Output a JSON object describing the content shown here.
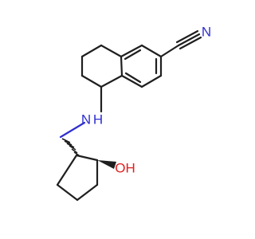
{
  "molecule": {
    "atom_labels": {
      "nitrile_n": "N",
      "amine": "H",
      "amine_n": "N",
      "hydroxyl": "OH"
    },
    "colors": {
      "bond": "#1f1f1f",
      "nitrogen": "#2f2fd0",
      "oxygen": "#e02020",
      "background": "#ffffff"
    }
  }
}
